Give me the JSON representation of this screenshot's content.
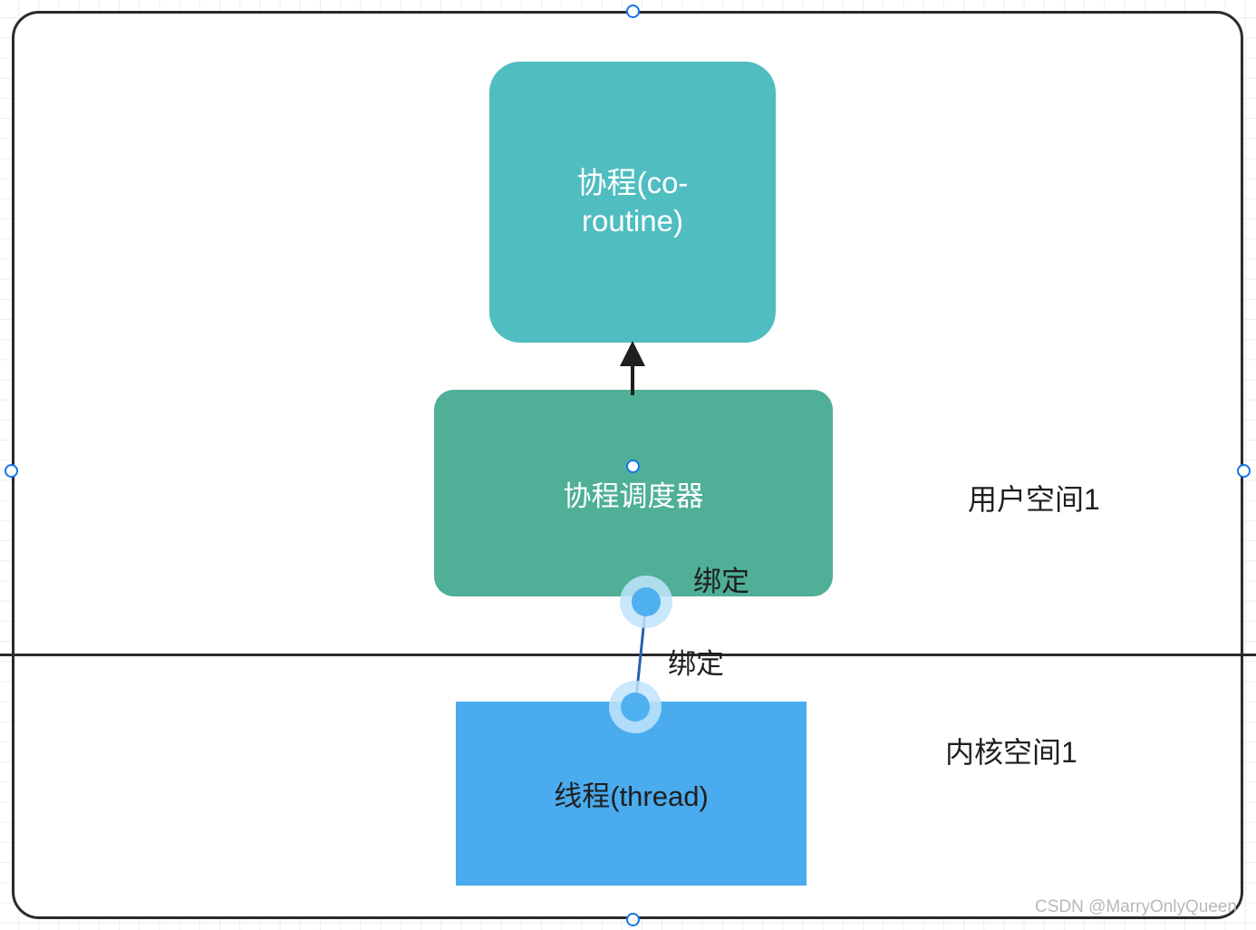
{
  "diagram": {
    "title_watermark": "CSDN @MarryOnlyQueen",
    "nodes": [
      {
        "id": "coroutine",
        "label": "协程(co-routine)",
        "shape": "rounded-rect",
        "fill": "#50bdc0",
        "text_color": "#ffffff"
      },
      {
        "id": "scheduler",
        "label": "协程调度器",
        "shape": "rounded-rect",
        "fill": "#4faf97",
        "text_color": "#ffffff"
      },
      {
        "id": "thread",
        "label": "线程(thread)",
        "shape": "rect",
        "fill": "#4aabee",
        "text_color": "#1f1f1f"
      }
    ],
    "edges": [
      {
        "id": "scheduler-to-coroutine",
        "type": "arrow",
        "from": "scheduler",
        "to": "coroutine",
        "label": "",
        "color": "#1f1f1f"
      },
      {
        "id": "scheduler-to-thread",
        "type": "binding-connector",
        "from": "scheduler",
        "to": "thread",
        "color": "#2a5fb0",
        "endpoint_glow": "#bfe4fa",
        "endpoint_core": "#4fb0ef"
      }
    ],
    "labels": [
      {
        "id": "bind-upper",
        "text": "绑定"
      },
      {
        "id": "bind-lower",
        "text": "绑定"
      },
      {
        "id": "user-space",
        "text": "用户空间1"
      },
      {
        "id": "kernel-space",
        "text": "内核空间1"
      }
    ],
    "container": {
      "name": "outer-rounded-container",
      "border_color": "#2b2b2b",
      "fill": "#ffffff"
    },
    "divider": {
      "name": "user-kernel-space-divider",
      "color": "#2b2b2b"
    },
    "selection_handles": [
      {
        "id": "top"
      },
      {
        "id": "right"
      },
      {
        "id": "bottom"
      },
      {
        "id": "left"
      }
    ],
    "canvas": {
      "grid_color": "#ededed",
      "background": "#ffffff"
    }
  }
}
